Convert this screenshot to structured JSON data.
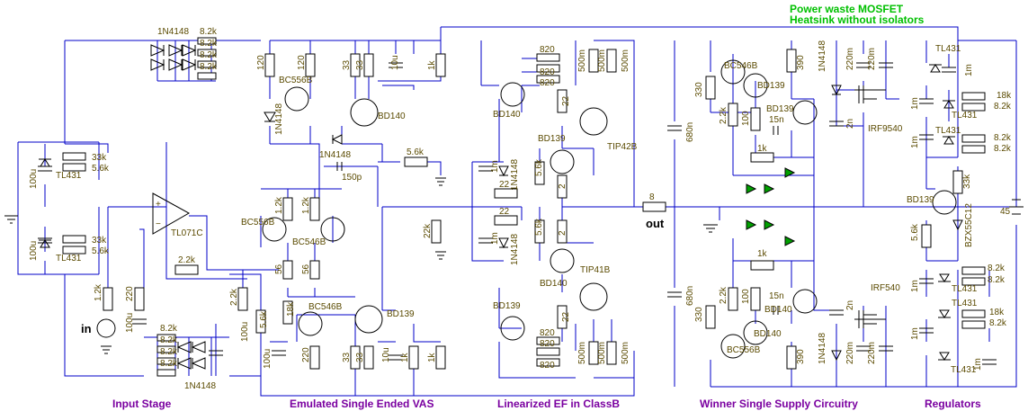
{
  "header": {
    "line1": "Power waste MOSFET",
    "line2": "Heatsink without isolators"
  },
  "sections": {
    "input_stage": "Input Stage",
    "vas": "Emulated Single Ended VAS",
    "ef": "Linearized EF in ClassB",
    "winner": "Winner Single Supply Circuitry",
    "regulators": "Regulators"
  },
  "terminals": {
    "input": "in",
    "output": "out",
    "supply": "45"
  },
  "components": {
    "d_top_input": "1N4148",
    "d_bottom_input": "1N4148",
    "r_82k_top": "8.2k",
    "r_82k_a": "8.2k",
    "r_82k_b": "8.2k",
    "r_82k_c": "8.2k",
    "r_82k_bot": "8.2k",
    "r_82k_bot_a": "8.2k",
    "r_82k_bot_b": "8.2k",
    "r_82k_bot_c": "8.2k",
    "c_100u_top": "100u",
    "c_100u_bot": "100u",
    "tl431_a": "TL431",
    "tl431_b": "TL431",
    "r_33k_a": "33k",
    "r_56k_a": "5.6k",
    "r_33k_b": "33k",
    "r_56k_b": "5.6k",
    "opamp": "TL071C",
    "r_22k_fb": "2.2k",
    "r_12k_in": "1.2k",
    "r_220_in": "220",
    "c_100u_in": "100u",
    "q_bc556b_top": "BC556B",
    "r_120_a": "120",
    "r_120_b": "120",
    "d_1n4148_vas": "1N4148",
    "d_1n4148_vas2": "1N4148",
    "r_33_a": "33",
    "r_33_b": "33",
    "c_10u_top": "10u",
    "r_1k_top": "1k",
    "q_bd140_vas": "BD140",
    "c_150p": "150p",
    "r_56k_vas": "5.6k",
    "q_bc556b_mid": "BC556B",
    "q_bc546b_mid": "BC546B",
    "r_12k_a": "1.2k",
    "r_12k_b": "1.2k",
    "r_56_a": "56",
    "r_56_b": "56",
    "r_22k_vas": "2.2k",
    "c_100u_vas": "100u",
    "r_56k_vas2": "5.6k",
    "r_18k": "18k",
    "c_100u_vas2": "100u",
    "q_bc546b_bot": "BC546B",
    "q_bd139_vas": "BD139",
    "r_220_vas": "220",
    "r_33_c": "33",
    "r_33_d": "33",
    "c_10u_bot": "10u",
    "r_1k_bot": "1k",
    "r_1k_bot2": "1k",
    "q_bd140_ef": "BD140",
    "r_820_a": "820",
    "r_820_b": "820",
    "r_820_c": "820",
    "r_500m_a": "500m",
    "r_500m_b": "500m",
    "r_500m_c": "500m",
    "r_22_a": "22",
    "q_bd139_ef": "BD139",
    "q_tip42b": "TIP42B",
    "d_1n4148_ef1": "1N4148",
    "c_1m_a": "1m",
    "r_56k_ef1": "5.6k",
    "r_2_a": "2",
    "r_22_b": "22",
    "r_22_c": "22",
    "r_8": "8",
    "r_22k_ef": "22k",
    "c_1m_b": "1m",
    "r_56k_ef2": "5.6k",
    "r_2_b": "2",
    "d_1n4148_ef2": "1N4148",
    "q_bd140_ef2": "BD140",
    "q_tip41b": "TIP41B",
    "r_22_d": "22",
    "q_bd139_ef2": "BD139",
    "r_820_d": "820",
    "r_820_e": "820",
    "r_820_f": "820",
    "r_500m_d": "500m",
    "r_500m_e": "500m",
    "r_500m_f": "500m",
    "c_680n_a": "680n",
    "c_680n_b": "680n",
    "q_bc546b_w": "BC546B",
    "q_bd139_w": "BD139",
    "r_330_a": "330",
    "r_22k_w": "2.2k",
    "r_100_a": "100",
    "r_390_a": "390",
    "c_15n_a": "15n",
    "q_bd139_w2": "BD139",
    "r_1k_w": "1k",
    "d_1n4148_w": "1N4148",
    "c_220m_a": "220m",
    "c_220m_b": "220m",
    "c_2n_a": "2n",
    "q_irf9540": "IRF9540",
    "r_1k_w2": "1k",
    "r_330_b": "330",
    "r_22k_w2": "2.2k",
    "r_100_b": "100",
    "c_15n_b": "15n",
    "q_bd140_w": "BD140",
    "q_bd140_w2": "BD140",
    "q_bc556b_w": "BC556B",
    "r_390_b": "390",
    "d_1n4148_w2": "1N4148",
    "c_220m_c": "220m",
    "c_220m_d": "220m",
    "c_2n_b": "2n",
    "q_irf540": "IRF540",
    "tl431_r1": "TL431",
    "c_1m_r1": "1m",
    "c_1m_r2": "1m",
    "r_18k_r1": "18k",
    "r_82k_r1": "8.2k",
    "tl431_r2": "TL431",
    "tl431_r3": "TL431",
    "r_82k_r2": "8.2k",
    "r_82k_r3": "8.2k",
    "c_1m_r3": "1m",
    "q_bd139_r": "BD139",
    "r_33k_r": "33k",
    "r_56k_r": "5.6k",
    "z_bzx": "BZX55C12",
    "r_82k_r4": "8.2k",
    "r_82k_r5": "8.2k",
    "tl431_r4": "TL431",
    "c_1m_r4": "1m",
    "tl431_r5": "TL431",
    "r_18k_r2": "18k",
    "r_82k_r6": "8.2k",
    "c_1m_r5": "1m",
    "tl431_r6": "TL431",
    "c_1m_r6": "1m"
  },
  "colors": {
    "wire": "#0000c8",
    "component": "#000000",
    "label": "#5a4a00",
    "section": "#7a00a0",
    "header": "#00c000",
    "led": "#00a000"
  }
}
